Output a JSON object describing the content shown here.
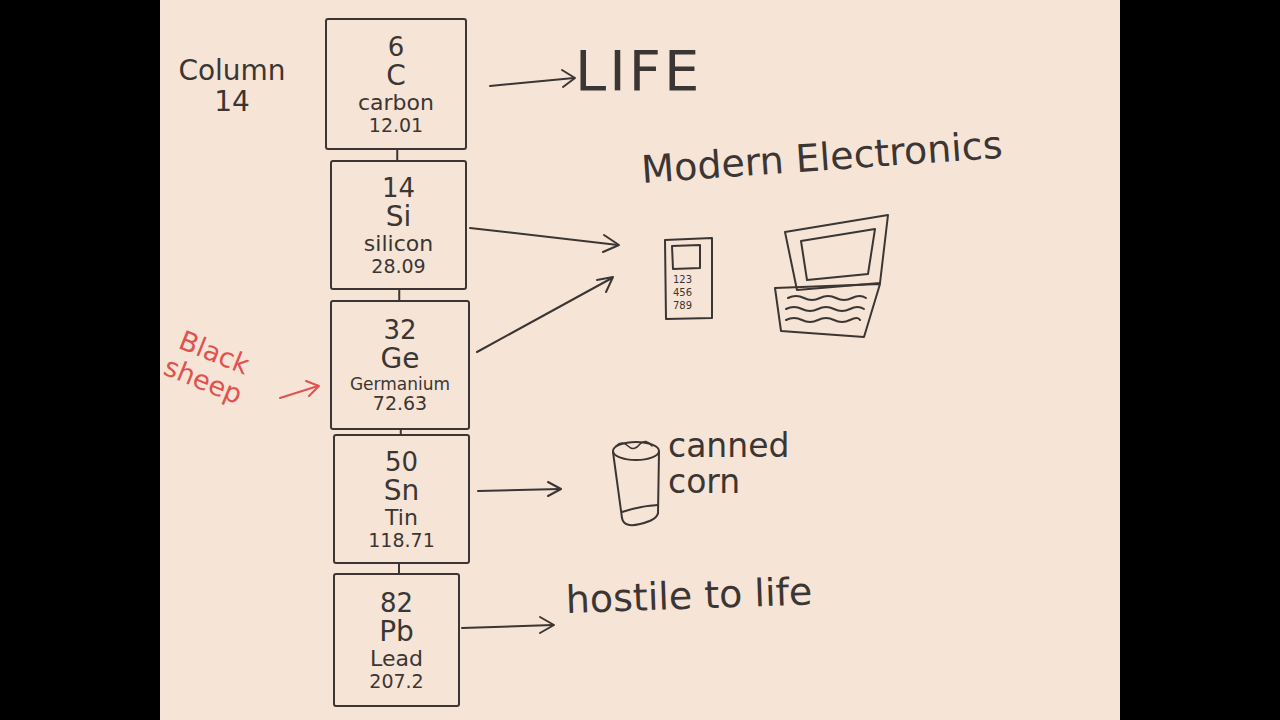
{
  "diagram": {
    "nodes": [
      {
        "text": [
          "6",
          "C",
          "carbon",
          "12.01"
        ]
      },
      {
        "text": [
          "14",
          "Si",
          "silicon",
          "28.09"
        ]
      },
      {
        "text": [
          "32",
          "Ge",
          "Germanium",
          "72.63"
        ]
      },
      {
        "text": [
          "50",
          "Sn",
          "Tin",
          "118.71"
        ]
      },
      {
        "text": [
          "82",
          "Pb",
          "Lead",
          "207.2"
        ]
      }
    ],
    "edges": [
      {
        "from": 0,
        "to": 1,
        "arrow": "none"
      },
      {
        "from": 1,
        "to": 2,
        "arrow": "none"
      },
      {
        "from": 2,
        "to": 3,
        "arrow": "none"
      },
      {
        "from": 3,
        "to": 4,
        "arrow": "none"
      }
    ],
    "labels": [
      "Column 14",
      "LIFE",
      "Modern Electronics",
      "123",
      "456",
      "789",
      "Black sheep",
      "canned corn",
      "hostile to life"
    ]
  }
}
